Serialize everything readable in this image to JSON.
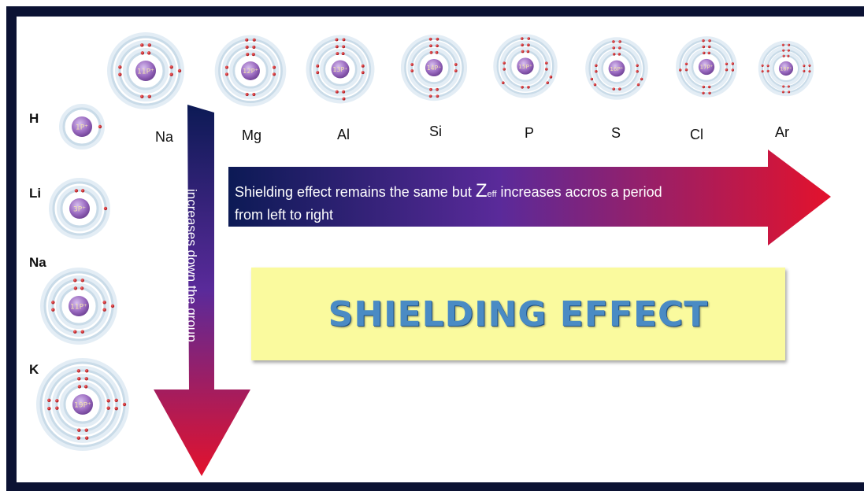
{
  "period_elements": [
    {
      "symbol": "Na",
      "nucleus": "11P⁺",
      "shells": [
        2,
        8,
        1
      ]
    },
    {
      "symbol": "Mg",
      "nucleus": "12P⁺",
      "shells": [
        2,
        8,
        2
      ]
    },
    {
      "symbol": "Al",
      "nucleus": "13P⁺",
      "shells": [
        2,
        8,
        3
      ]
    },
    {
      "symbol": "Si",
      "nucleus": "14P⁺",
      "shells": [
        2,
        8,
        4
      ]
    },
    {
      "symbol": "P",
      "nucleus": "15P⁺",
      "shells": [
        2,
        8,
        5
      ]
    },
    {
      "symbol": "S",
      "nucleus": "16P⁺",
      "shells": [
        2,
        8,
        6
      ]
    },
    {
      "symbol": "Cl",
      "nucleus": "17P⁺",
      "shells": [
        2,
        8,
        7
      ]
    },
    {
      "symbol": "Ar",
      "nucleus": "18P⁺",
      "shells": [
        2,
        8,
        8
      ]
    }
  ],
  "group_elements": [
    {
      "symbol": "H",
      "nucleus": "1P⁺",
      "shells": [
        1
      ]
    },
    {
      "symbol": "Li",
      "nucleus": "3P⁺",
      "shells": [
        2,
        1
      ]
    },
    {
      "symbol": "Na",
      "nucleus": "11P⁺",
      "shells": [
        2,
        8,
        1
      ]
    },
    {
      "symbol": "K",
      "nucleus": "19P⁺",
      "shells": [
        2,
        8,
        8,
        1
      ]
    }
  ],
  "horizontal_arrow": {
    "text_before": "Shielding effect remains the same but ",
    "z_symbol": "Z",
    "z_subscript": "eff",
    "text_after": " increases accros a period",
    "line2": "from left to right",
    "gradient": [
      "#0c1a55",
      "#5a2a9a",
      "#e3122c"
    ]
  },
  "vertical_arrow": {
    "text": "increases down the group",
    "gradient": [
      "#0c1a55",
      "#5a2a9a",
      "#e3122c"
    ]
  },
  "title": "SHIELDING EFFECT",
  "colors": {
    "frame": "#0b1233",
    "title_box": "#fafa9e",
    "title_text": "#4a8bc4",
    "nucleus": "#9a6ac0",
    "electron": "#c0181e",
    "shell": "#c9dbe8"
  }
}
